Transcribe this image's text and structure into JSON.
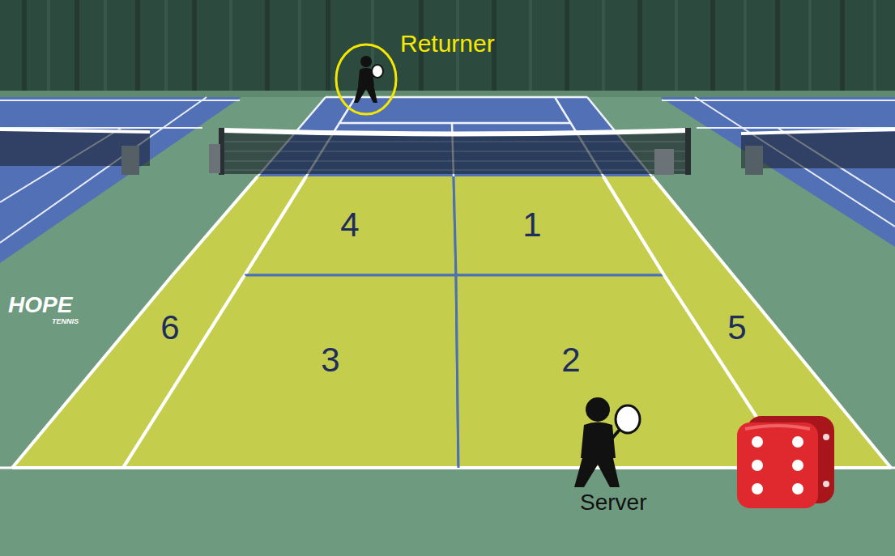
{
  "diagram": {
    "nodes": [
      {
        "text": [
          "4"
        ]
      },
      {
        "text": [
          "1"
        ]
      },
      {
        "text": [
          "6"
        ]
      },
      {
        "text": [
          "3"
        ]
      },
      {
        "text": [
          "2"
        ]
      },
      {
        "text": [
          "5"
        ]
      }
    ],
    "labels": [
      "Returner",
      "Server",
      "HOPE",
      "TENNIS"
    ]
  }
}
